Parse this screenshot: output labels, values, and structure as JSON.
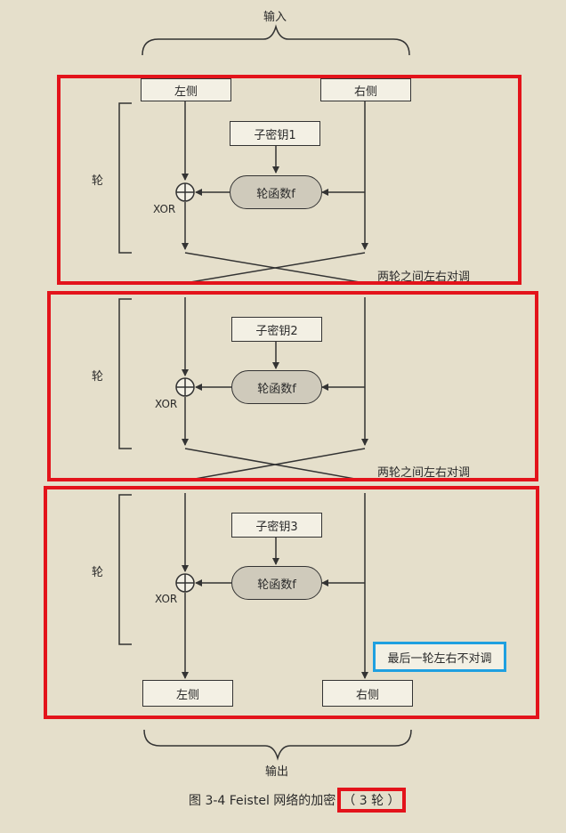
{
  "input_label": "输入",
  "output_label": "输出",
  "top_left_label": "左侧",
  "top_right_label": "右侧",
  "bottom_left_label": "左侧",
  "bottom_right_label": "右侧",
  "rounds": [
    {
      "round_label": "轮",
      "subkey_label": "子密钥1",
      "round_function_label": "轮函数f",
      "xor_label": "XOR",
      "swap_note": "两轮之间左右对调"
    },
    {
      "round_label": "轮",
      "subkey_label": "子密钥2",
      "round_function_label": "轮函数f",
      "xor_label": "XOR",
      "swap_note": "两轮之间左右对调"
    },
    {
      "round_label": "轮",
      "subkey_label": "子密钥3",
      "round_function_label": "轮函数f",
      "xor_label": "XOR"
    }
  ],
  "last_round_note": "最后一轮左右不对调",
  "caption": {
    "prefix": "图 3-4   Feistel 网络的加密",
    "highlight": "（ 3 轮 ）"
  },
  "colors": {
    "background": "#e5dfcb",
    "red_highlight": "#e3131b",
    "blue_highlight": "#1fa0e0",
    "round_function_fill": "#cfcabb"
  }
}
